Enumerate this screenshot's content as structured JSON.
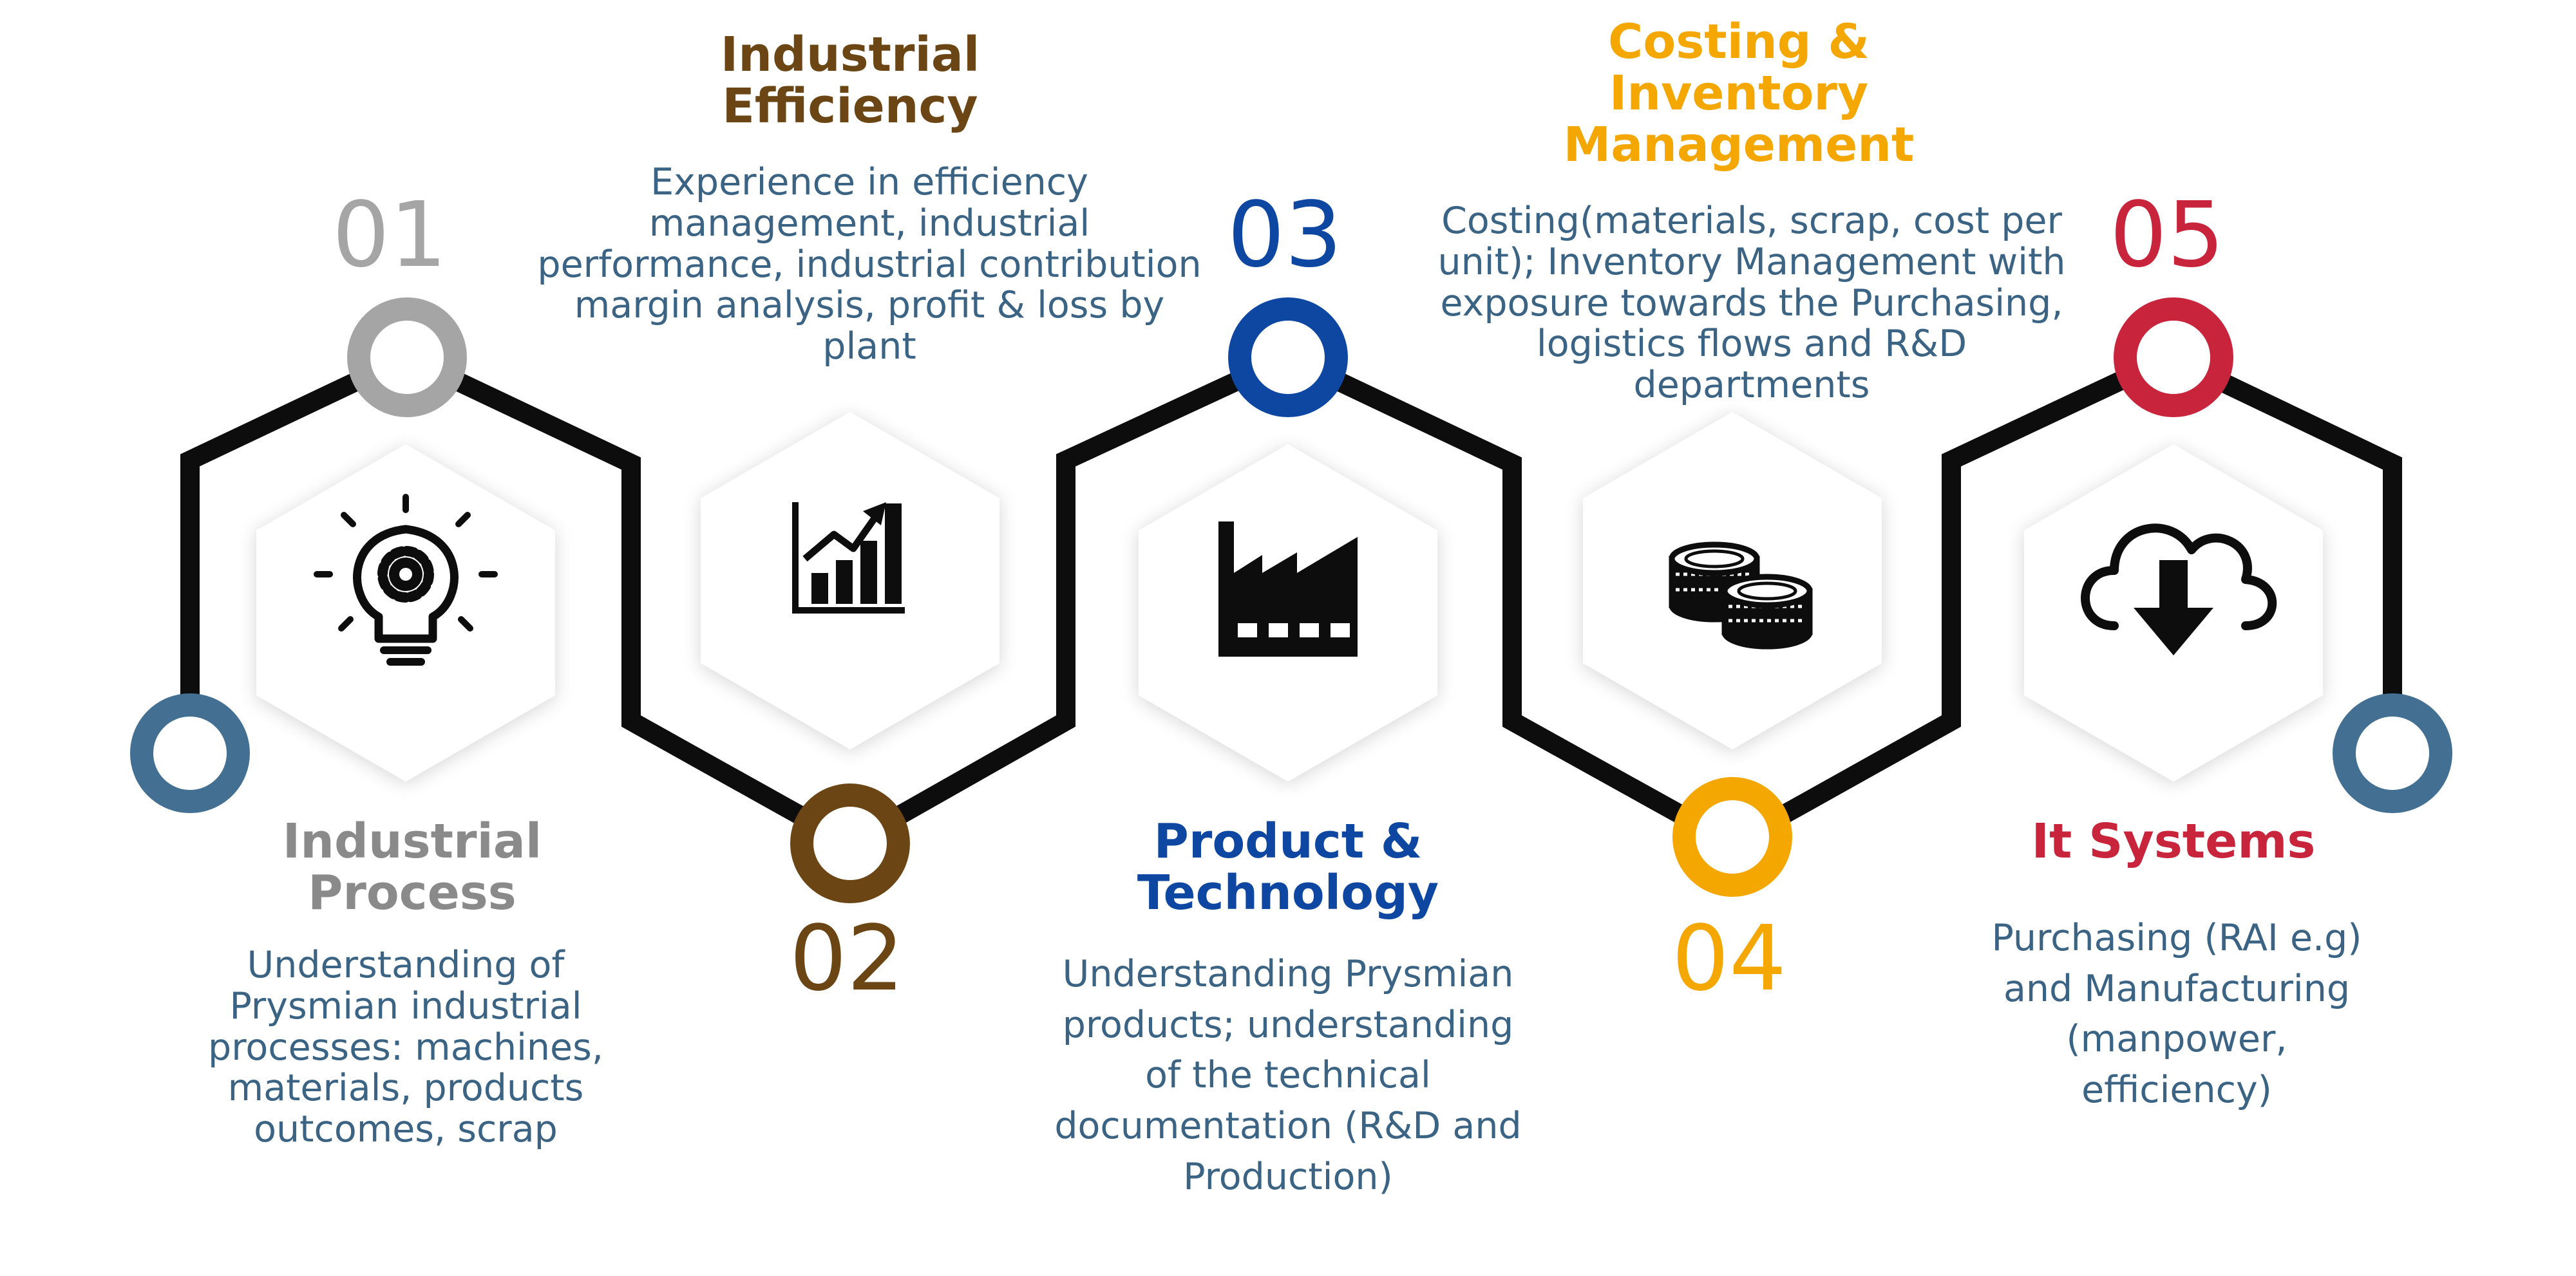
{
  "colors": {
    "path": "#0d0d0d",
    "hexagon_fill": "#ffffff",
    "description_text": "#3b6384",
    "end_node": "#436f93"
  },
  "steps": [
    {
      "number": "01",
      "title": "Industrial\nProcess",
      "description": "Understanding of\nPrysmian industrial\nprocesses: machines,\nmaterials, products\noutcomes, scrap",
      "color": "#a5a5a5",
      "title_color": "#8a8a8a",
      "icon": "lightbulb-gear-icon"
    },
    {
      "number": "02",
      "title": "Industrial\nEfficiency",
      "description": "Experience in efficiency\nmanagement, industrial\nperformance, industrial contribution\nmargin analysis, profit & loss by\nplant",
      "color": "#6b4513",
      "title_color": "#6b4513",
      "icon": "bar-chart-growth-icon"
    },
    {
      "number": "03",
      "title": "Product &\nTechnology",
      "description": "Understanding Prysmian\nproducts; understanding\nof the technical\ndocumentation (R&D and\nProduction)",
      "color": "#0d47a1",
      "title_color": "#0d47a1",
      "icon": "factory-icon"
    },
    {
      "number": "04",
      "title": "Costing &\nInventory\nManagement",
      "description": "Costing(materials, scrap, cost per\nunit); Inventory Management with\nexposure towards the Purchasing,\nlogistics flows and R&D\ndepartments",
      "color": "#f4a700",
      "title_color": "#f4a700",
      "icon": "coins-icon"
    },
    {
      "number": "05",
      "title": "It Systems",
      "description": "Purchasing (RAI e.g)\nand Manufacturing\n(manpower,\nefficiency)",
      "color": "#c8243b",
      "title_color": "#c8243b",
      "icon": "cloud-download-icon"
    }
  ]
}
